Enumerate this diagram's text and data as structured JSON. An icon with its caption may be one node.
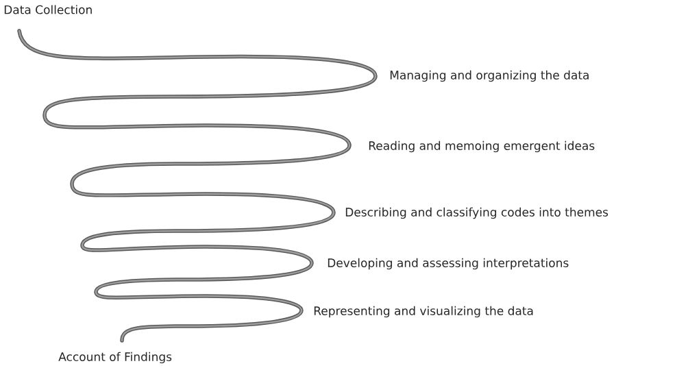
{
  "diagram": {
    "labels": [
      "Data Collection",
      "Managing and organizing the data",
      "Reading and memoing emergent ideas",
      "Describing and classifying codes into themes",
      "Developing and assessing interpretations",
      "Representing and visualizing the data",
      "Account of Findings"
    ]
  }
}
